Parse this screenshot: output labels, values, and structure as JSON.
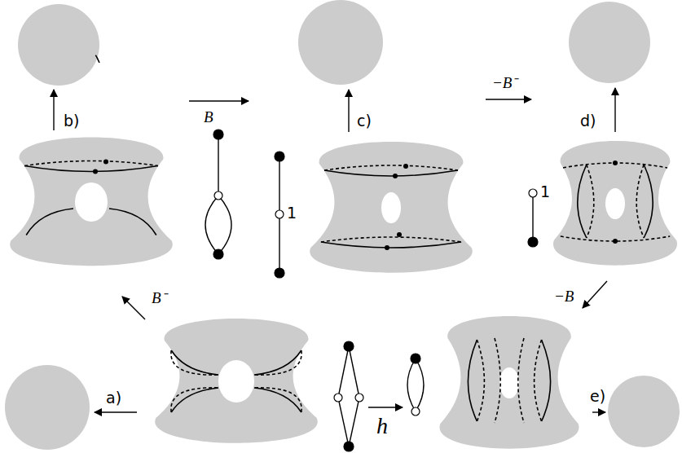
{
  "diagram": {
    "labels": [
      "b)",
      "B",
      "c)",
      "−B⁻",
      "d)",
      "1",
      "1",
      "−B",
      "B⁻",
      "a)",
      "h",
      "e)"
    ]
  }
}
